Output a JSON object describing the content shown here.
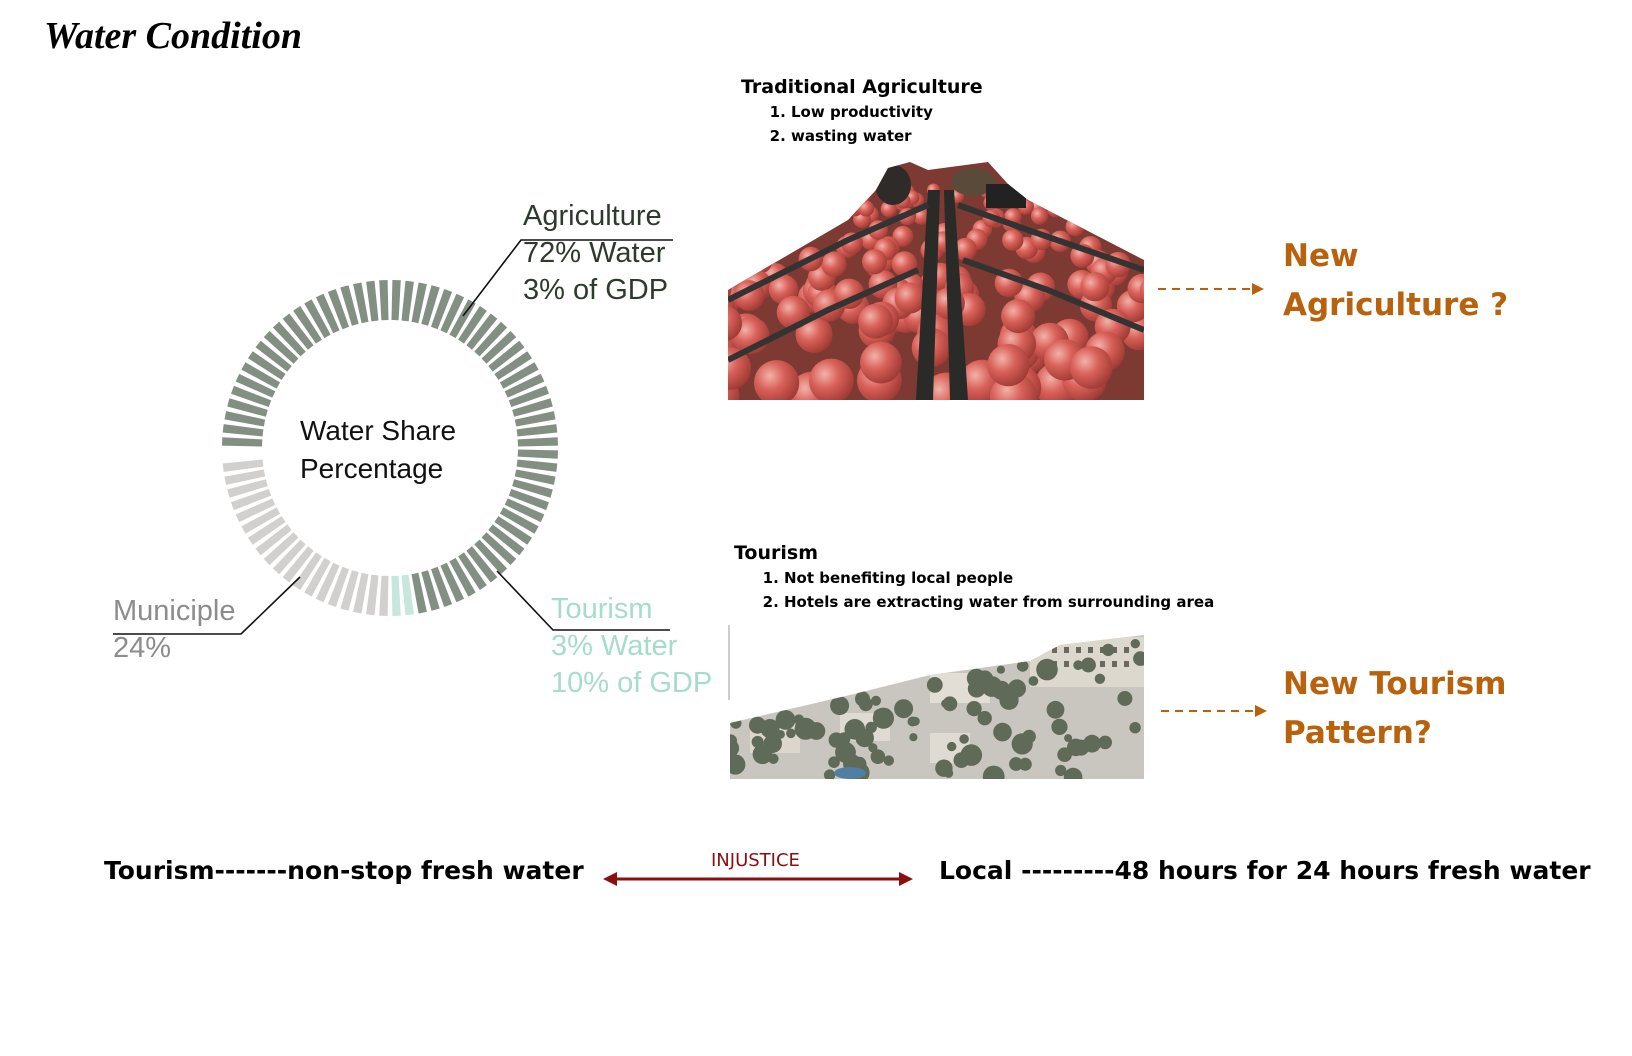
{
  "page": {
    "title": "Water Condition"
  },
  "chart_data": {
    "type": "pie",
    "style": "segmented-ring",
    "title": "Water Share Percentage",
    "categories": [
      "Agriculture",
      "Tourism",
      "Municiple"
    ],
    "values": [
      72,
      3,
      24
    ],
    "unit": "% of water",
    "series": [
      {
        "name": "Agriculture",
        "water_pct": 72,
        "gdp_pct": 3,
        "color": "#848f84"
      },
      {
        "name": "Tourism",
        "water_pct": 3,
        "gdp_pct": 10,
        "color": "#c7e6dc"
      },
      {
        "name": "Municiple",
        "water_pct": 24,
        "gdp_pct": null,
        "color": "#d2d0ce"
      }
    ],
    "annotations": {
      "agriculture": {
        "title": "Agriculture",
        "line1": "72% Water",
        "line2": "3% of GDP"
      },
      "municiple": {
        "title": "Municiple",
        "line1": "24%"
      },
      "tourism": {
        "title": "Tourism",
        "line1": "3% Water",
        "line2": "10% of GDP"
      }
    },
    "center_label": {
      "line1": "Water Share",
      "line2": "Percentage"
    }
  },
  "agriculture_note": {
    "title": "Traditional Agriculture",
    "items": [
      "Low productivity",
      "wasting water"
    ],
    "photo": "tomato-harvest-photo"
  },
  "tourism_note": {
    "title": "Tourism",
    "items": [
      "Not benefiting local people",
      "Hotels are extracting water from surrounding area"
    ],
    "photo": "resort-hotels-photo"
  },
  "questions": {
    "agriculture": {
      "line1": "New",
      "line2": "Agriculture ?"
    },
    "tourism": {
      "line1": "New Tourism",
      "line2": "Pattern?"
    }
  },
  "comparison": {
    "left": "Tourism-------non-stop fresh water",
    "label": "INJUSTICE",
    "right": "Local ---------48 hours for 24 hours fresh water"
  },
  "colors": {
    "question_orange": "#b8620d",
    "injustice_red": "#8b0f0f",
    "agriculture": "#848f84",
    "tourism": "#c7e6dc",
    "municiple": "#d2d0ce"
  }
}
